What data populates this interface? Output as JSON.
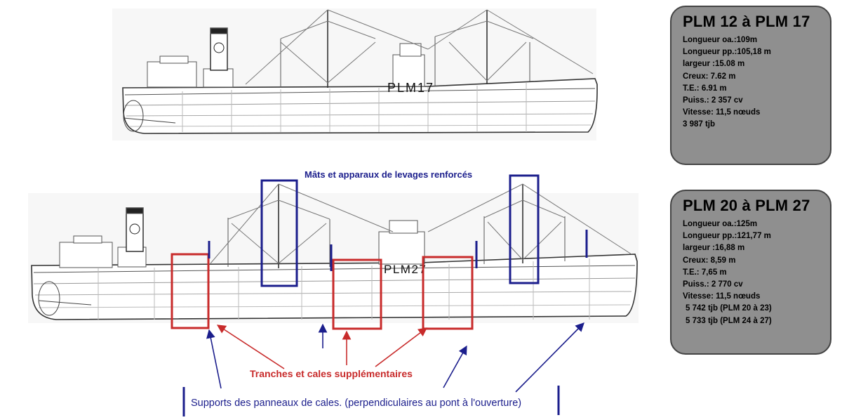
{
  "top_ship": {
    "hull_label": "PLM17"
  },
  "bottom_ship": {
    "hull_label": "PLM27"
  },
  "annotations": {
    "masts": "Mâts et apparaux de levages renforcés",
    "holds": "Tranches et cales supplémentaires",
    "supports": "Supports des panneaux de cales. (perpendiculaires au pont à l'ouverture)"
  },
  "spec_boxes": [
    {
      "title": "PLM 12 à PLM 17",
      "lines": [
        "Longueur oa.:109m",
        "Longueur pp.:105,18 m",
        "largeur :15.08 m",
        "Creux: 7.62 m",
        "T.E.: 6.91 m",
        "Puiss.: 2 357 cv",
        "Vitesse: 11,5 nœuds",
        "3 987 tjb"
      ]
    },
    {
      "title": "PLM 20 à PLM 27",
      "lines": [
        "Longueur oa.:125m",
        "Longueur pp.:121,77 m",
        "largeur :16,88 m",
        "Creux: 8,59 m",
        "T.E.: 7,65 m",
        "Puiss.: 2 770 cv",
        "Vitesse: 11,5 nœuds",
        "5 742 tjb (PLM 20 à 23)",
        "5 733 tjb (PLM 24 à 27)"
      ]
    }
  ],
  "colors": {
    "blue": "#1b1e8c",
    "red": "#c82b2b",
    "box_fill": "#8f8f8f",
    "line": "#555555"
  }
}
